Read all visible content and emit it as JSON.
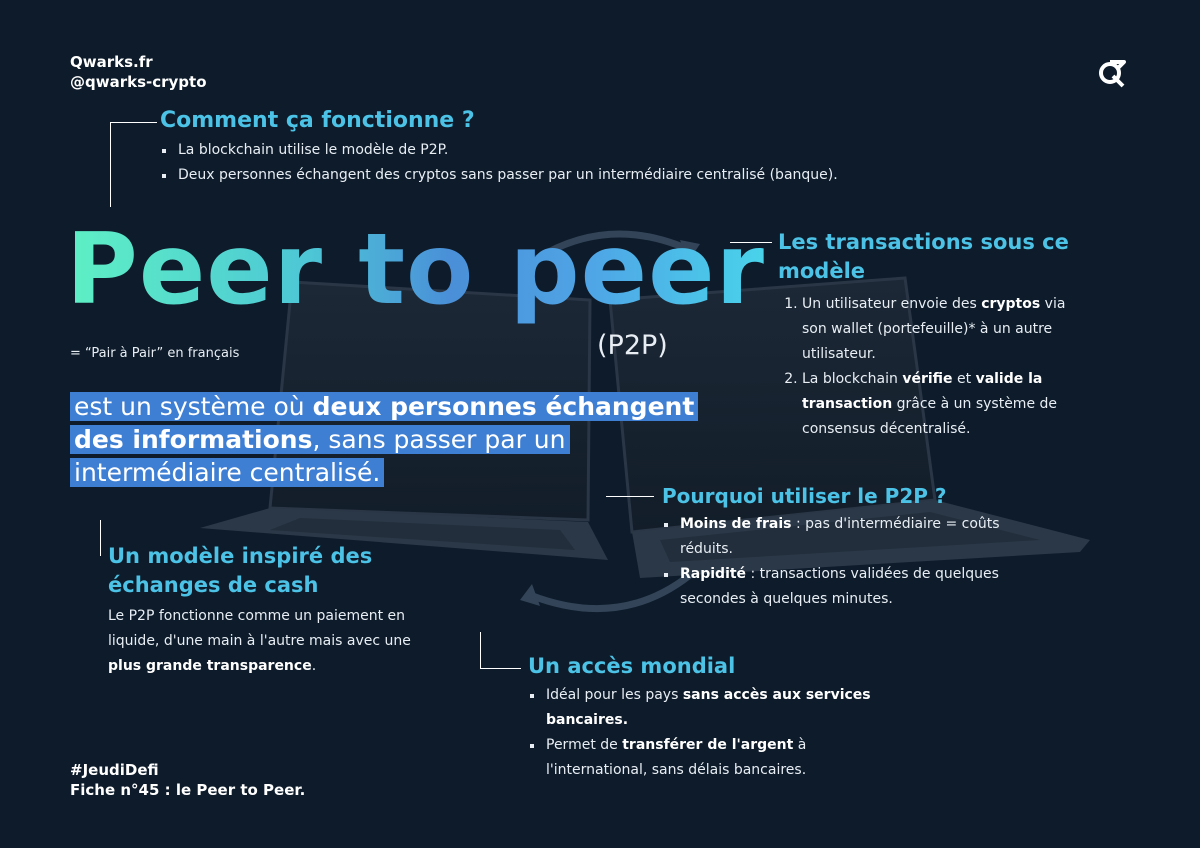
{
  "brand": {
    "site": "Qwarks.fr",
    "handle": "@qwarks-crypto"
  },
  "logo_icon": "qwarks-logo-icon",
  "hero": {
    "title": "Peer to peer",
    "abbr": "(P2P)",
    "translation": "= “Pair à Pair” en français",
    "def_1": "est un système où ",
    "def_2b": "deux personnes échangent des informations",
    "def_3": ", sans passer par un intermédiaire centralisé."
  },
  "how": {
    "title": "Comment ça fonctionne ?",
    "items": [
      "La blockchain utilise le modèle de P2P.",
      "Deux personnes échangent des cryptos sans passer par un intermédiaire centralisé (banque)."
    ]
  },
  "transactions": {
    "title": "Les transactions sous ce modèle",
    "item1_a": "Un utilisateur envoie des ",
    "item1_b": "cryptos",
    "item1_c": " via son wallet (portefeuille)* à un autre utilisateur.",
    "item2_a": "La blockchain ",
    "item2_b": "vérifie",
    "item2_c": " et ",
    "item2_d": "valide la transaction",
    "item2_e": " grâce à un système de consensus décentralisé."
  },
  "why": {
    "title": "Pourquoi utiliser le P2P ?",
    "item1_b": "Moins de frais",
    "item1_c": " : pas d'intermédiaire = coûts réduits.",
    "item2_b": "Rapidité",
    "item2_c": " : transactions validées de quelques secondes à quelques minutes."
  },
  "cash": {
    "title": "Un modèle inspiré des échanges de cash",
    "text_a": "Le P2P fonctionne comme un paiement en liquide, d'une main à l'autre mais avec une ",
    "text_b": "plus grande transparence",
    "text_c": "."
  },
  "world": {
    "title": "Un accès mondial",
    "item1_a": "Idéal pour les pays ",
    "item1_b": "sans accès aux services bancaires.",
    "item2_a": "Permet de ",
    "item2_b": "transférer de l'argent",
    "item2_c": " à l'international, sans délais bancaires."
  },
  "footer": {
    "tag": "#JeudiDefi",
    "fiche": "Fiche  n°45 : le Peer to Peer."
  },
  "colors": {
    "background": "#0d1b2a",
    "accent": "#4cc3e6",
    "highlight": "#3f7fd3"
  }
}
